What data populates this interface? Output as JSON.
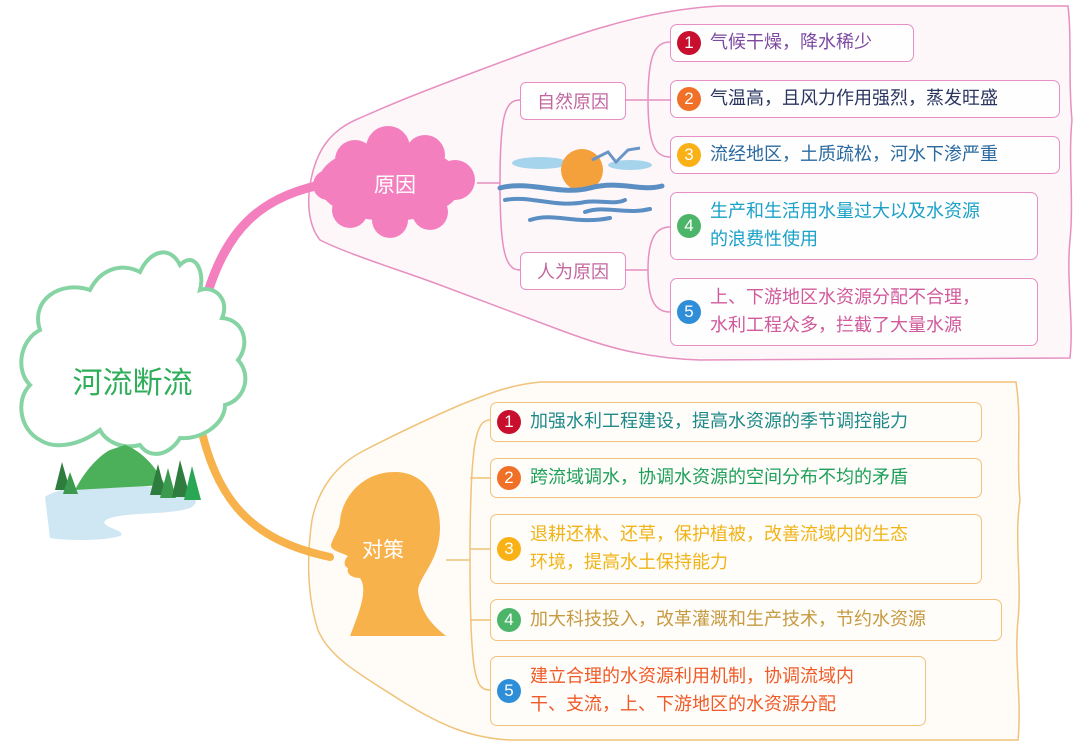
{
  "root": {
    "label": "河流断流",
    "color": "#2fae5a",
    "outline_color": "#86d3a3"
  },
  "branches": {
    "causes": {
      "label": "原因",
      "color": "#f47fbf",
      "frame_color": "#e68fc0",
      "sub_categories": [
        {
          "label": "自然原因"
        },
        {
          "label": "人为原因"
        }
      ],
      "items": [
        {
          "number": "1",
          "text": "气候干燥，降水稀少",
          "badge_color": "#c8102e",
          "text_color": "#7b4aa0"
        },
        {
          "number": "2",
          "text": "气温高，且风力作用强烈，蒸发旺盛",
          "badge_color": "#f07027",
          "text_color": "#2a3560"
        },
        {
          "number": "3",
          "text": "流经地区，土质疏松，河水下渗严重",
          "badge_color": "#f9b116",
          "text_color": "#2a6aa0"
        },
        {
          "number": "4",
          "text": "生产和生活用水量过大以及水资源\n的浪费性使用",
          "badge_color": "#4db56a",
          "text_color": "#1aa1c8"
        },
        {
          "number": "5",
          "text": "上、下游地区水资源分配不合理，\n水利工程众多，拦截了大量水源",
          "badge_color": "#2e8ed8",
          "text_color": "#d05a9c"
        }
      ]
    },
    "measures": {
      "label": "对策",
      "color": "#f7b24b",
      "frame_color": "#f0c27a",
      "items": [
        {
          "number": "1",
          "text": "加强水利工程建设，提高水资源的季节调控能力",
          "badge_color": "#c8102e",
          "text_color": "#1f8a8a"
        },
        {
          "number": "2",
          "text": "跨流域调水，协调水资源的空间分布不均的矛盾",
          "badge_color": "#f07027",
          "text_color": "#1fa05a"
        },
        {
          "number": "3",
          "text": "退耕还林、还草，保护植被，改善流域内的生态\n环境，提高水土保持能力",
          "badge_color": "#f9b116",
          "text_color": "#f0b418"
        },
        {
          "number": "4",
          "text": "加大科技投入，改革灌溉和生产技术，节约水资源",
          "badge_color": "#4db56a",
          "text_color": "#c69a40"
        },
        {
          "number": "5",
          "text": "建立合理的水资源利用机制，协调流域内\n干、支流，上、下游地区的水资源分配",
          "badge_color": "#2e8ed8",
          "text_color": "#ef5a28"
        }
      ]
    }
  },
  "decorations": {
    "sunset_icon": "sunset-over-water-icon",
    "landscape_icon": "mountain-forest-river-icon",
    "head_icon": "human-head-silhouette-icon",
    "cloud_icon": "cloud-shape-icon"
  }
}
